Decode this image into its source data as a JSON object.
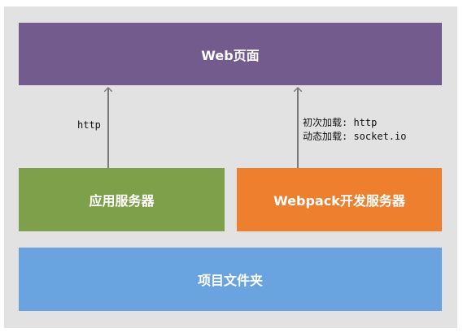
{
  "diagram": {
    "web_page": "Web页面",
    "app_server": "应用服务器",
    "webpack_server": "Webpack开发服务器",
    "project_folder": "项目文件夹",
    "edge_app_to_web": "http",
    "edge_wds_to_web_line1": "初次加载: http",
    "edge_wds_to_web_line2": "动态加载: socket.io"
  },
  "colors": {
    "web_page": "#735b8e",
    "app_server": "#7ea04a",
    "webpack_server": "#ed7f2f",
    "project_folder": "#6aa4e0",
    "background": "#e2e2e2",
    "arrow": "#7a7a7a"
  }
}
